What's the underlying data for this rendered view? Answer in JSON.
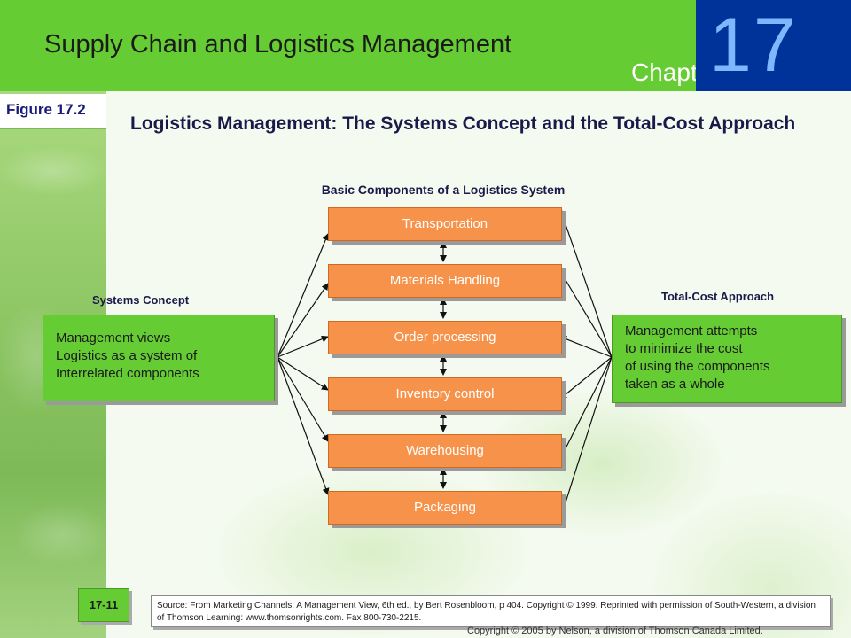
{
  "header": {
    "title": "Supply Chain and Logistics Management",
    "chapter_word": "Chapter",
    "chapter_number": "17"
  },
  "figure_label": "Figure 17.2",
  "main_title": "Logistics Management: The Systems Concept and the Total-Cost Approach",
  "diagram_title": "Basic Components of a Logistics System",
  "systems_concept": {
    "label": "Systems Concept",
    "lines": [
      "Management views",
      "Logistics as a system of",
      "Interrelated components"
    ]
  },
  "total_cost": {
    "label": "Total-Cost Approach",
    "lines": [
      "Management attempts",
      "to minimize the cost",
      "of using the components",
      "taken as a whole"
    ]
  },
  "components": [
    "Transportation",
    "Materials Handling",
    "Order processing",
    "Inventory control",
    "Warehousing",
    "Packaging"
  ],
  "page_number": "17-11",
  "source_text": "Source: From Marketing Channels: A Management View, 6th ed., by Bert Rosenbloom, p 404. Copyright © 1999. Reprinted with permission of South-Western, a division of Thomson Learning: www.thomsonrights.com. Fax 800-730-2215.",
  "copyright": "Copyright © 2005 by Nelson, a division of Thomson Canada Limited.",
  "colors": {
    "header_green": "#66cc33",
    "chapter_blue": "#003399",
    "component_orange": "#f6924a"
  }
}
